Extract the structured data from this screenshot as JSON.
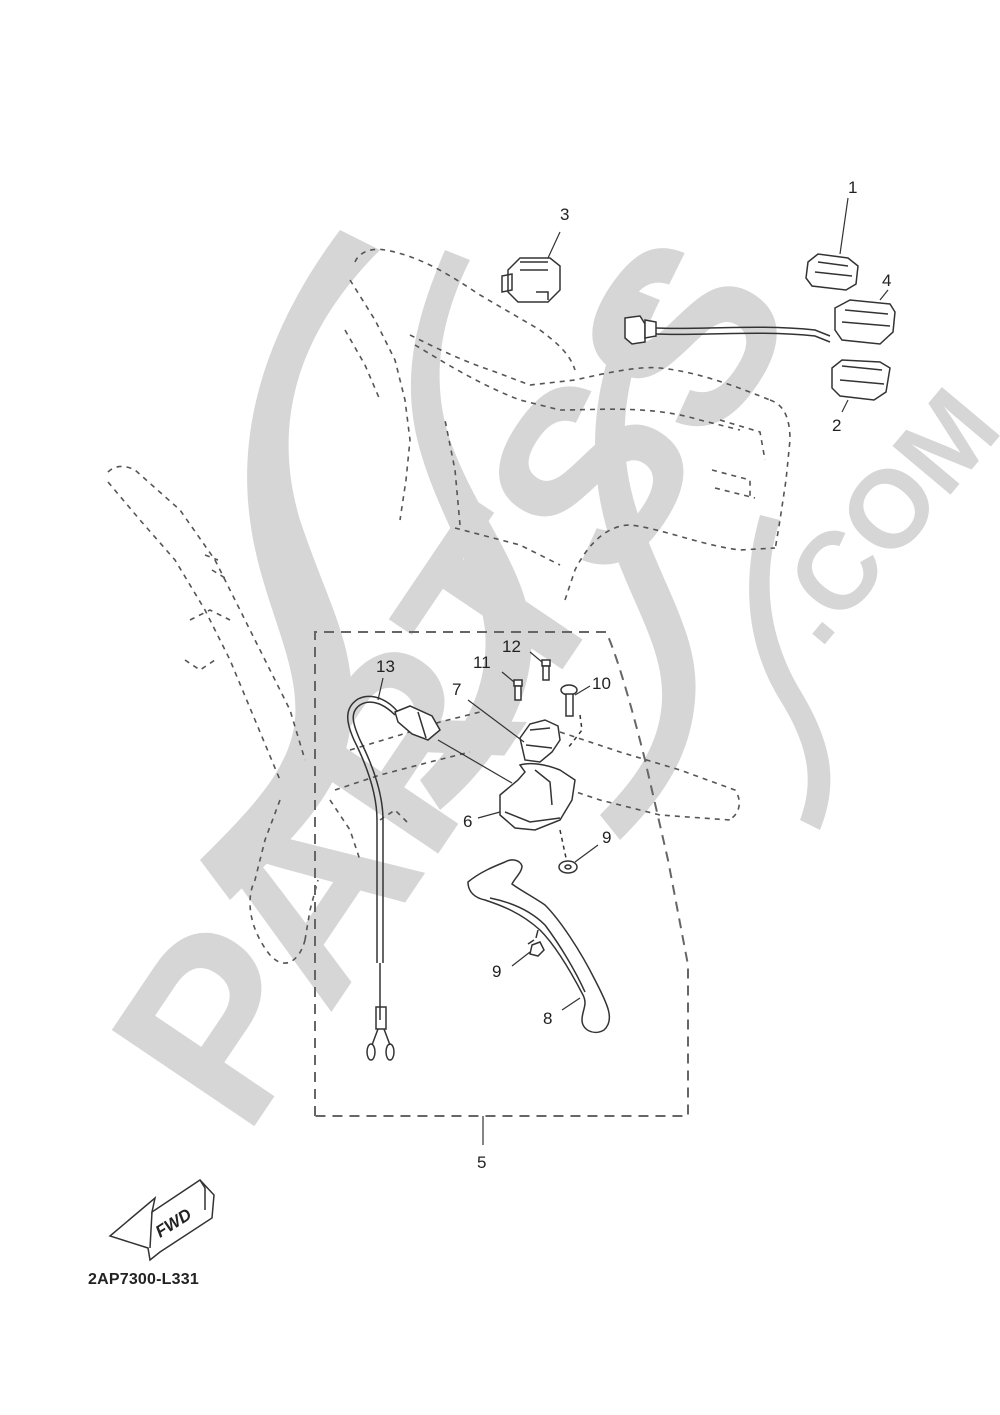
{
  "diagram": {
    "code": "2AP7300-L331",
    "fwd_label": "FWD",
    "watermark": {
      "brand_text": "PARTSS",
      "suffix_text": ".COM",
      "color": "#d6d6d6"
    },
    "colors": {
      "line": "#333333",
      "ghost_line": "#555555",
      "background": "#ffffff"
    },
    "callouts": [
      {
        "number": "1",
        "part": "switch-component"
      },
      {
        "number": "2",
        "part": "switch-lower-housing"
      },
      {
        "number": "3",
        "part": "switch-connector"
      },
      {
        "number": "4",
        "part": "switch-with-lead-wire"
      },
      {
        "number": "5",
        "part": "lever-assembly"
      },
      {
        "number": "6",
        "part": "lever-holder"
      },
      {
        "number": "7",
        "part": "holder-clamp"
      },
      {
        "number": "8",
        "part": "lever"
      },
      {
        "number": "9",
        "part": "spring-collar"
      },
      {
        "number": "10",
        "part": "bolt"
      },
      {
        "number": "11",
        "part": "nut"
      },
      {
        "number": "12",
        "part": "screw"
      },
      {
        "number": "12",
        "part": "screw"
      },
      {
        "number": "13",
        "part": "switch-cable"
      }
    ]
  }
}
